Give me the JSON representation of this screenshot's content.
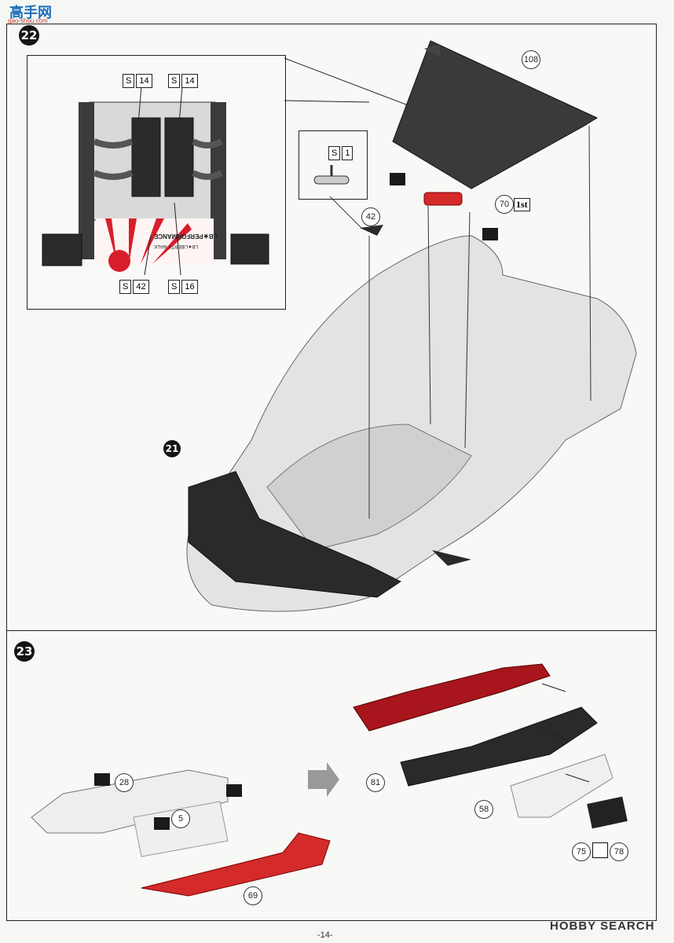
{
  "watermark_top": {
    "title": "高手网",
    "url": "gao-shou.com"
  },
  "steps": {
    "s22": {
      "number": "22",
      "callouts": {
        "s14_a": [
          "S",
          "14"
        ],
        "s14_b": [
          "S",
          "14"
        ],
        "s42": [
          "S",
          "42"
        ],
        "s16": [
          "S",
          "16"
        ],
        "s1": [
          "S",
          "1"
        ]
      },
      "decal_text": "LB★PERFORMANCE",
      "decal_text_2": "LB★LIBERTY WALK",
      "parts": {
        "p108": "108",
        "p42": "42",
        "p70": "70"
      },
      "badge_1st": "1st",
      "marker_21": "21"
    },
    "s23": {
      "number": "23",
      "parts": {
        "p28": "28",
        "p5": "5",
        "p69": "69",
        "p81": "81",
        "p58": "58",
        "p75": "75",
        "p78": "78"
      }
    }
  },
  "footer": {
    "page_number": "-14-",
    "brand": "HOBBY SEARCH"
  },
  "colors": {
    "red_lens": "#c8141c",
    "dark_part": "#2a2a2a",
    "body_white": "#e6e6e6"
  }
}
